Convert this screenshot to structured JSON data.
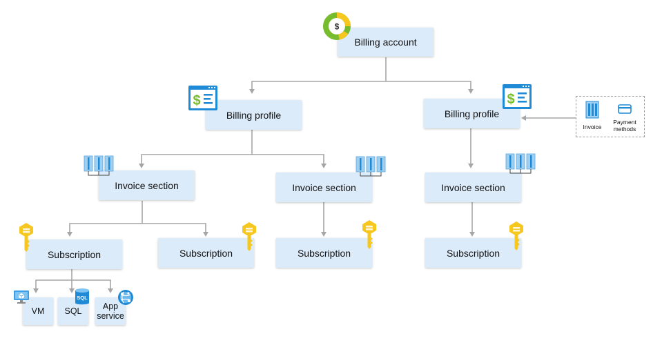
{
  "nodes": {
    "billing_account": "Billing account",
    "billing_profile_left": "Billing profile",
    "billing_profile_right": "Billing profile",
    "invoice_section_1": "Invoice section",
    "invoice_section_2": "Invoice section",
    "invoice_section_3": "Invoice section",
    "subscription_1": "Subscription",
    "subscription_2": "Subscription",
    "subscription_3": "Subscription",
    "subscription_4": "Subscription",
    "resource_vm": "VM",
    "resource_sql": "SQL",
    "resource_app_service_line1": "App",
    "resource_app_service_line2": "service"
  },
  "inset": {
    "invoice_label": "Invoice",
    "payment_line1": "Payment",
    "payment_line2": "methods"
  },
  "icons": {
    "billing_account_icon": "dollar-donut-icon",
    "billing_profile_icon": "dollar-document-window-icon",
    "invoice_section_icon": "invoice-section-columns-icon",
    "subscription_icon": "key-icon",
    "vm_icon": "virtual-machine-icon",
    "sql_icon": "sql-database-icon",
    "app_service_icon": "app-service-globe-icon",
    "invoice_icon": "invoice-icon",
    "payment_icon": "credit-card-icon",
    "sql_icon_text": "SQL"
  },
  "colors": {
    "node_fill": "#dcebfa",
    "connector": "#a6a6a6",
    "key": "#f6c81f",
    "green": "#76bc2d",
    "blue": "#1f8ad6"
  }
}
